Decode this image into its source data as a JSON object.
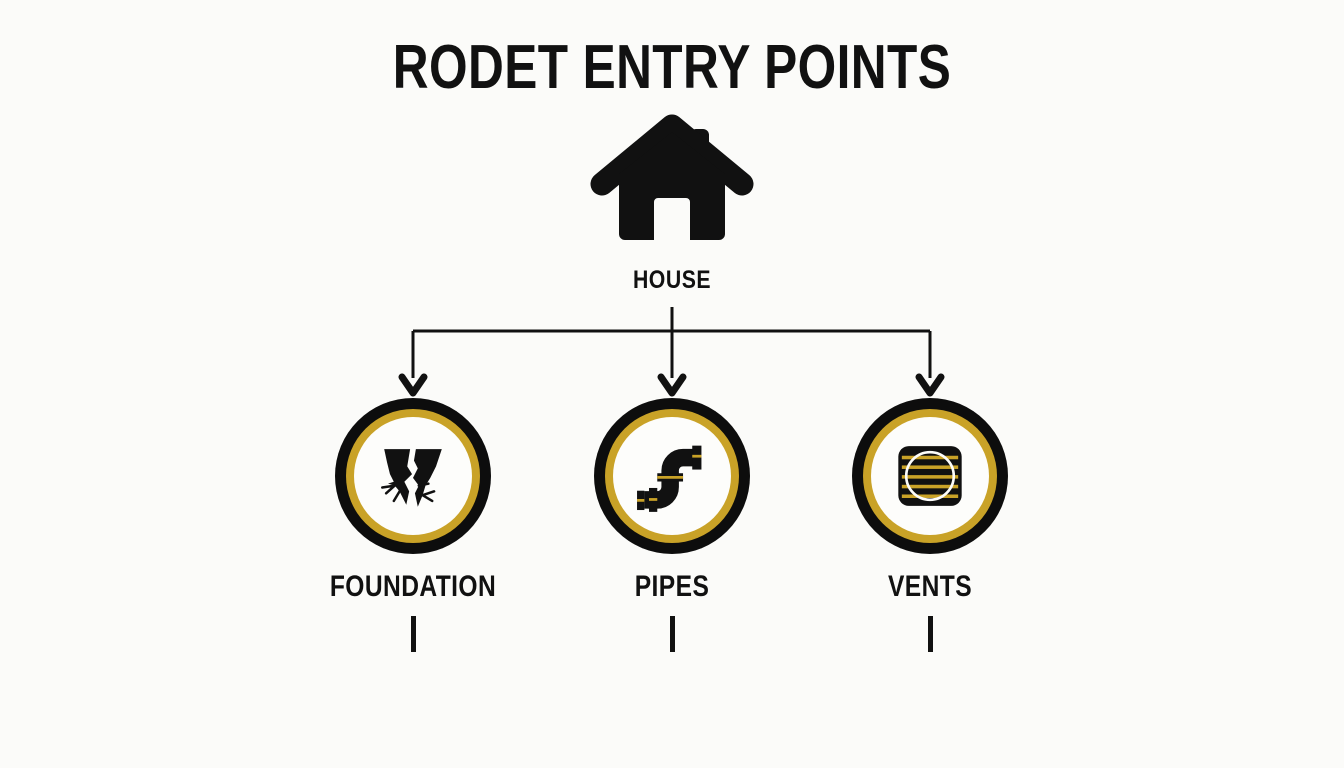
{
  "page": {
    "title": "RODET ENTRY POINTS",
    "background_color": "#fbfbf9",
    "ink_color": "#111111",
    "accent_gold": "#c9a227"
  },
  "root": {
    "label": "HOUSE",
    "icon": "house-icon"
  },
  "branches": [
    {
      "label": "FOUNDATION",
      "icon": "cracked-foundation-icon"
    },
    {
      "label": "PIPES",
      "icon": "pipe-icon"
    },
    {
      "label": "VENTS",
      "icon": "vent-louver-icon"
    }
  ],
  "chart_data": {
    "type": "diagram",
    "diagram_type": "hierarchy-tree",
    "title": "RODET ENTRY POINTS",
    "orientation": "top-down",
    "root": "HOUSE",
    "children": [
      "FOUNDATION",
      "PIPES",
      "VENTS"
    ],
    "edges": [
      {
        "from": "HOUSE",
        "to": "FOUNDATION",
        "style": "elbow-arrow"
      },
      {
        "from": "HOUSE",
        "to": "PIPES",
        "style": "straight-arrow"
      },
      {
        "from": "HOUSE",
        "to": "VENTS",
        "style": "elbow-arrow"
      }
    ],
    "node_styles": {
      "root": "solid-black-house-glyph",
      "children": "black-ring-with-gold-inner-ring-circle"
    },
    "palette": [
      "#111111",
      "#c9a227",
      "#fbfbf9"
    ]
  }
}
